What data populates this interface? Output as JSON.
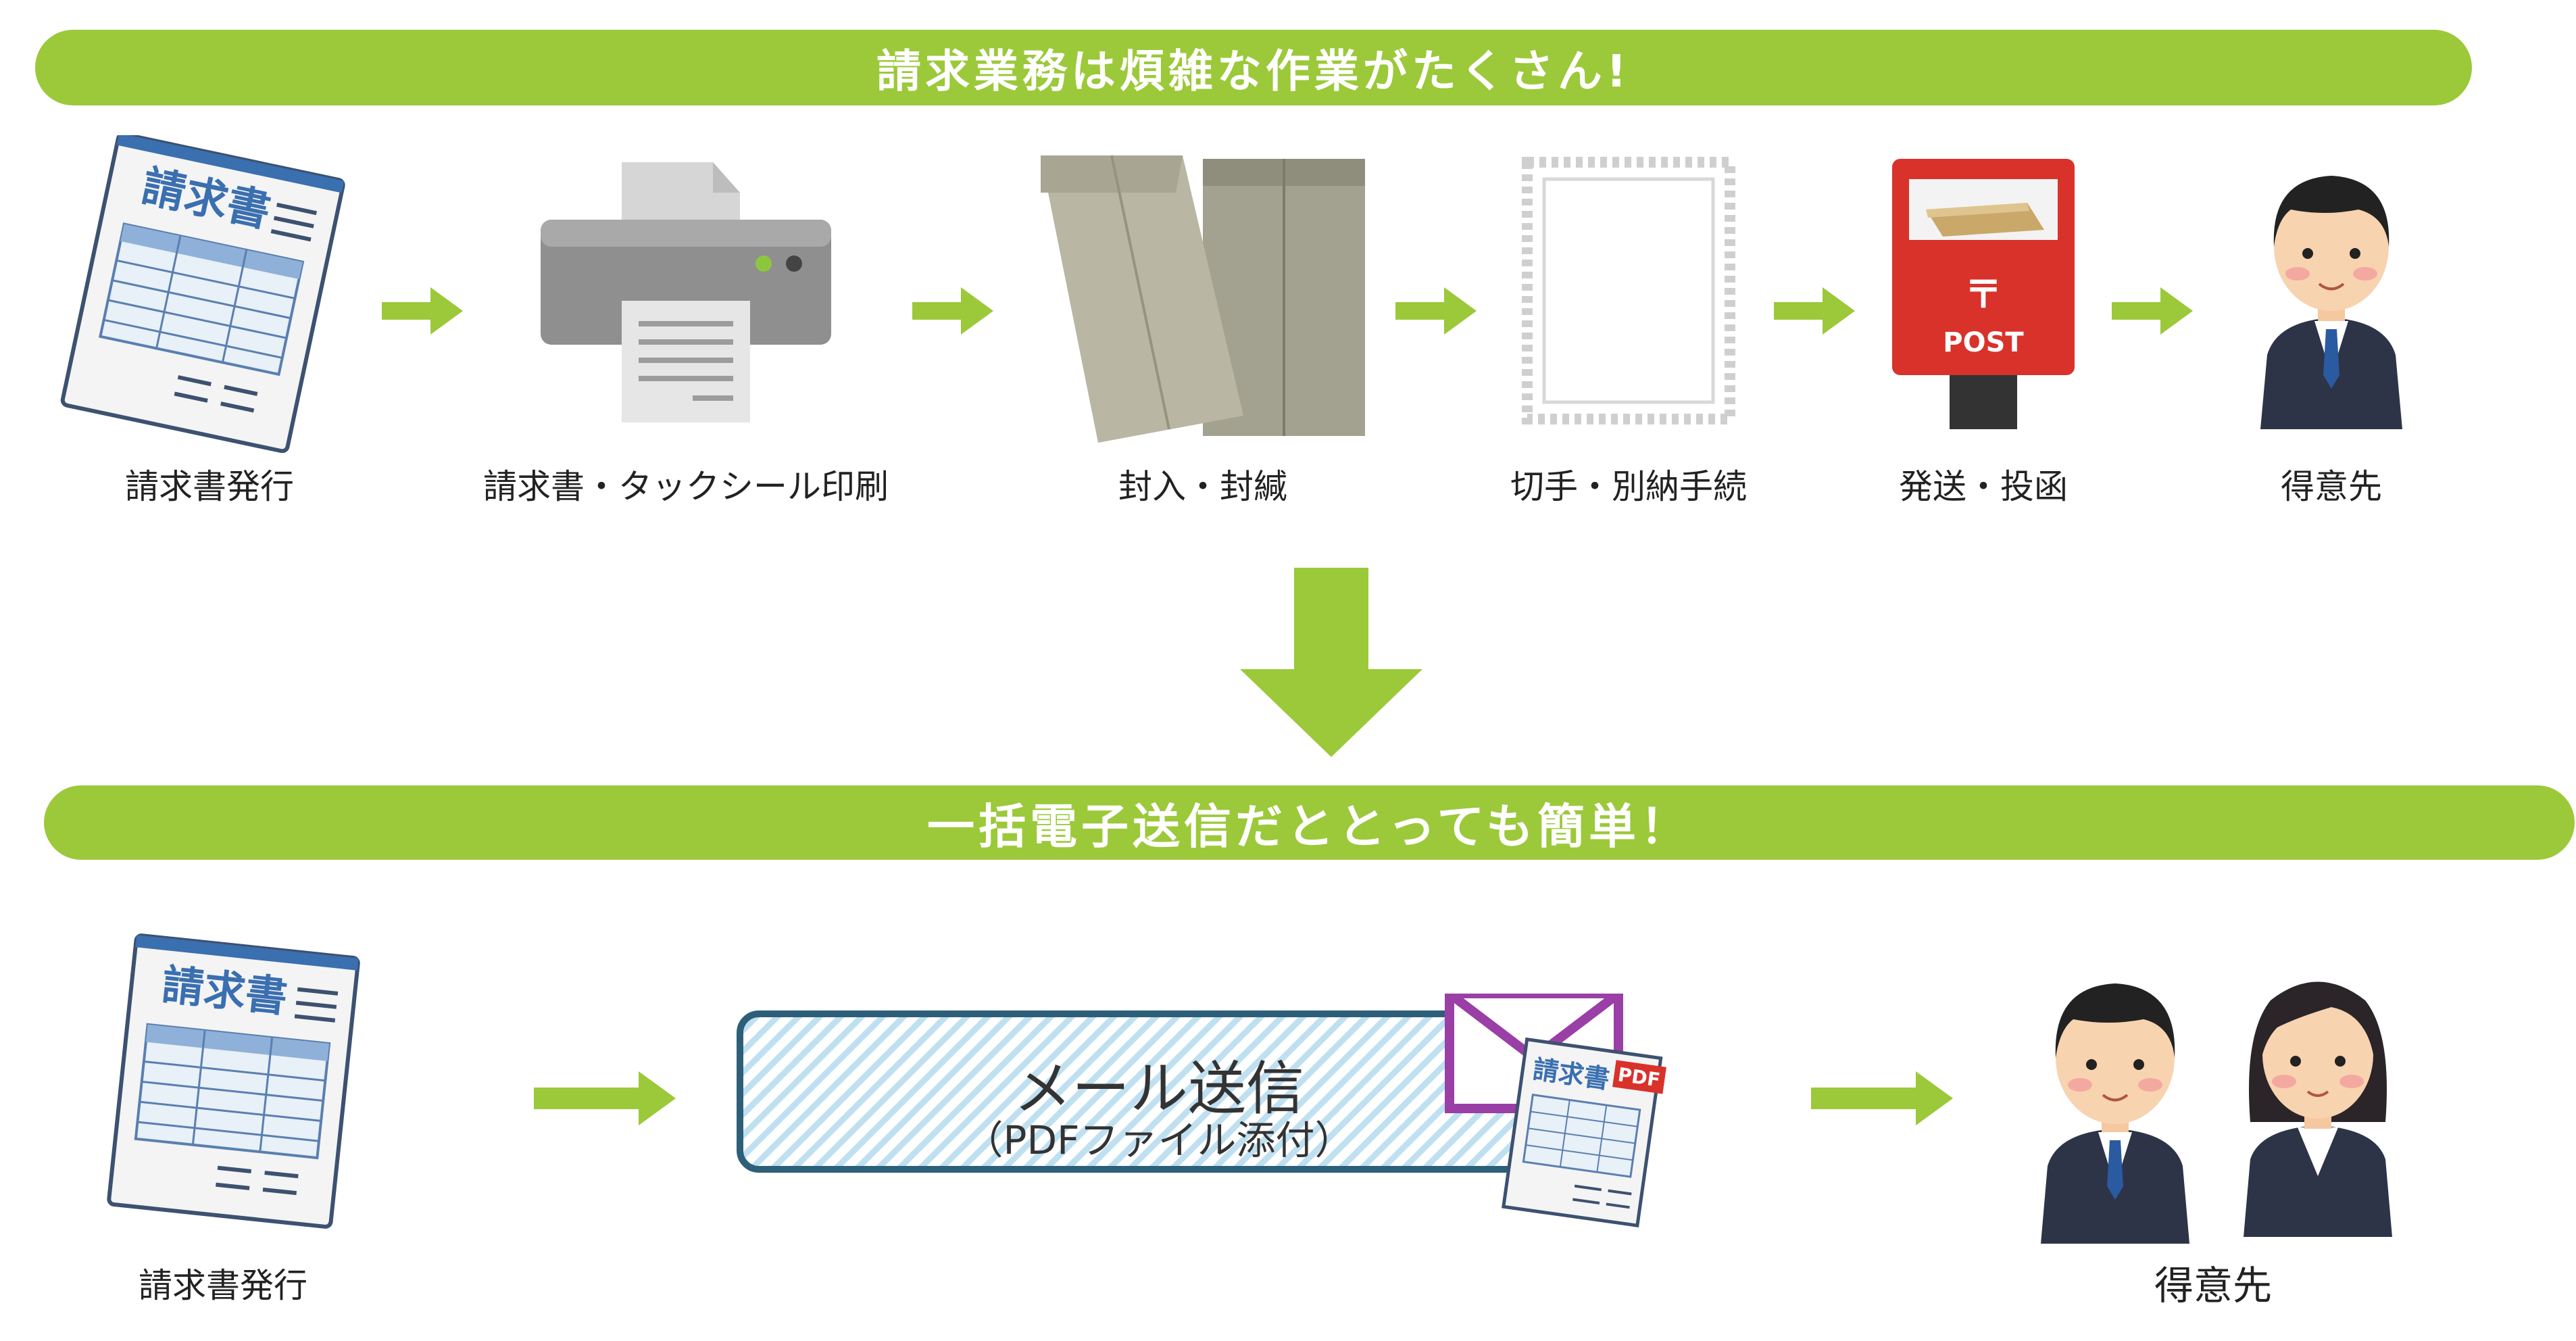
{
  "top_banner": "請求業務は煩雑な作業がたくさん!",
  "bottom_banner": "一括電子送信だととっても簡単！",
  "top_steps": [
    {
      "label": "請求書発行"
    },
    {
      "label": "請求書・タックシール印刷"
    },
    {
      "label": "封入・封緘"
    },
    {
      "label": "切手・別納手続"
    },
    {
      "label": "発送・投函"
    },
    {
      "label": "得意先"
    }
  ],
  "bottom_steps": {
    "issue_label": "請求書発行",
    "mail_title": "メール送信",
    "mail_subtitle": "（PDFファイル添付）",
    "customer_label": "得意先"
  },
  "icon_text": {
    "invoice_heading": "請求書",
    "post_text": "POST",
    "post_mark": "〒",
    "pdf_badge": "PDF",
    "small_invoice_heading": "請求書"
  },
  "colors": {
    "green": "#9bc93a",
    "invoice_blue": "#3a6fb0",
    "post_red": "#d9322b",
    "envelope_purple": "#9a3fa6"
  }
}
